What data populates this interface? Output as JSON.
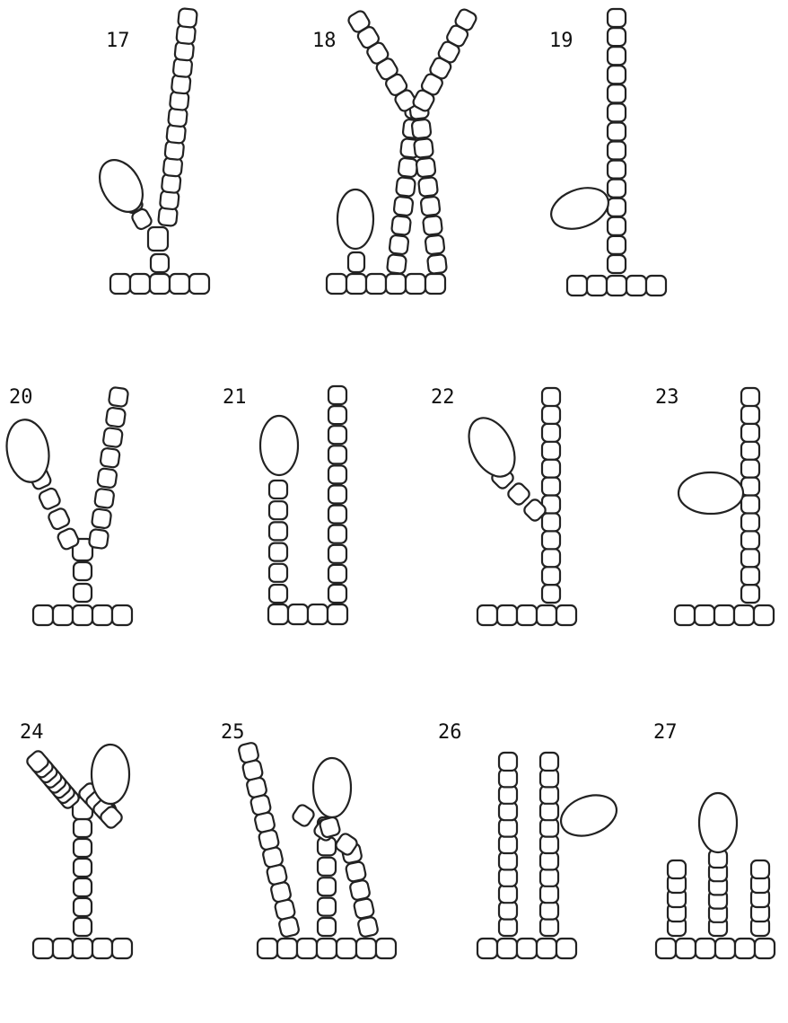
{
  "figures": [
    {
      "label": "17"
    },
    {
      "label": "18"
    },
    {
      "label": "19"
    },
    {
      "label": "20"
    },
    {
      "label": "21"
    },
    {
      "label": "22"
    },
    {
      "label": "23"
    },
    {
      "label": "24"
    },
    {
      "label": "25"
    },
    {
      "label": "26"
    },
    {
      "label": "27"
    }
  ]
}
